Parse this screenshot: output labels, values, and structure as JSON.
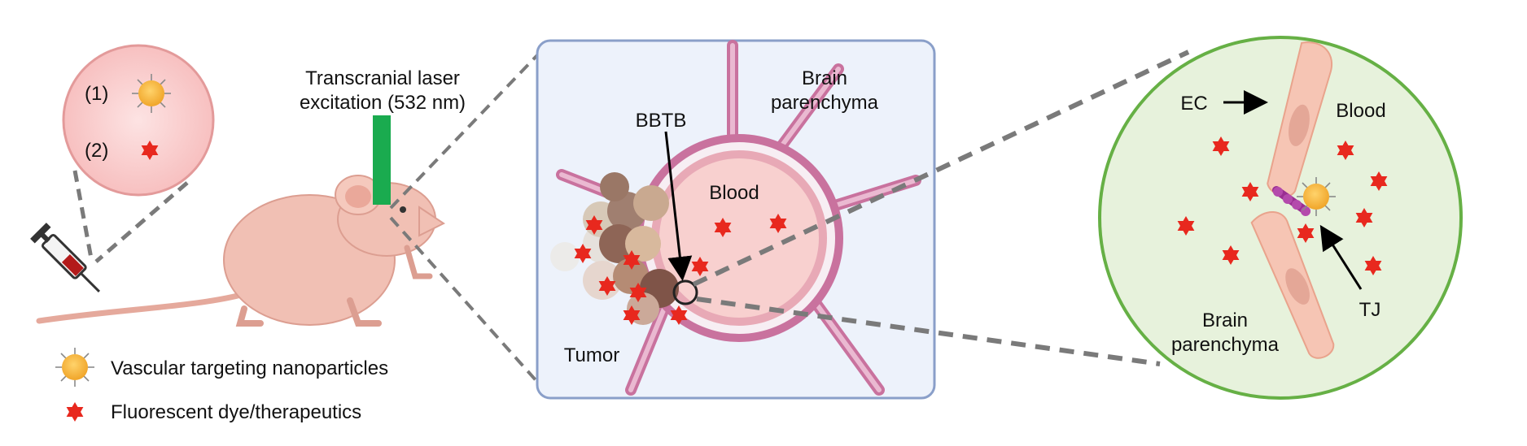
{
  "inset": {
    "item1_label": "(1)",
    "item2_label": "(2)"
  },
  "laser": {
    "line1": "Transcranial laser",
    "line2": "excitation (532 nm)"
  },
  "legend": {
    "nanoparticles": "Vascular targeting nanoparticles",
    "dye": "Fluorescent dye/therapeutics"
  },
  "vessel_panel": {
    "bbtb": "BBTB",
    "brain_line1": "Brain",
    "brain_line2": "parenchyma",
    "blood": "Blood",
    "tumor": "Tumor"
  },
  "zoom_panel": {
    "ec": "EC",
    "blood": "Blood",
    "brain_line1": "Brain",
    "brain_line2": "parenchyma",
    "tj": "TJ"
  },
  "colors": {
    "star": "#e8281e",
    "nanoparticle": "#f2b134",
    "laser": "#1aab4f",
    "vessel": "#c9729e",
    "panel_border": "#8a9fc9",
    "zoom_border": "#66b045"
  }
}
